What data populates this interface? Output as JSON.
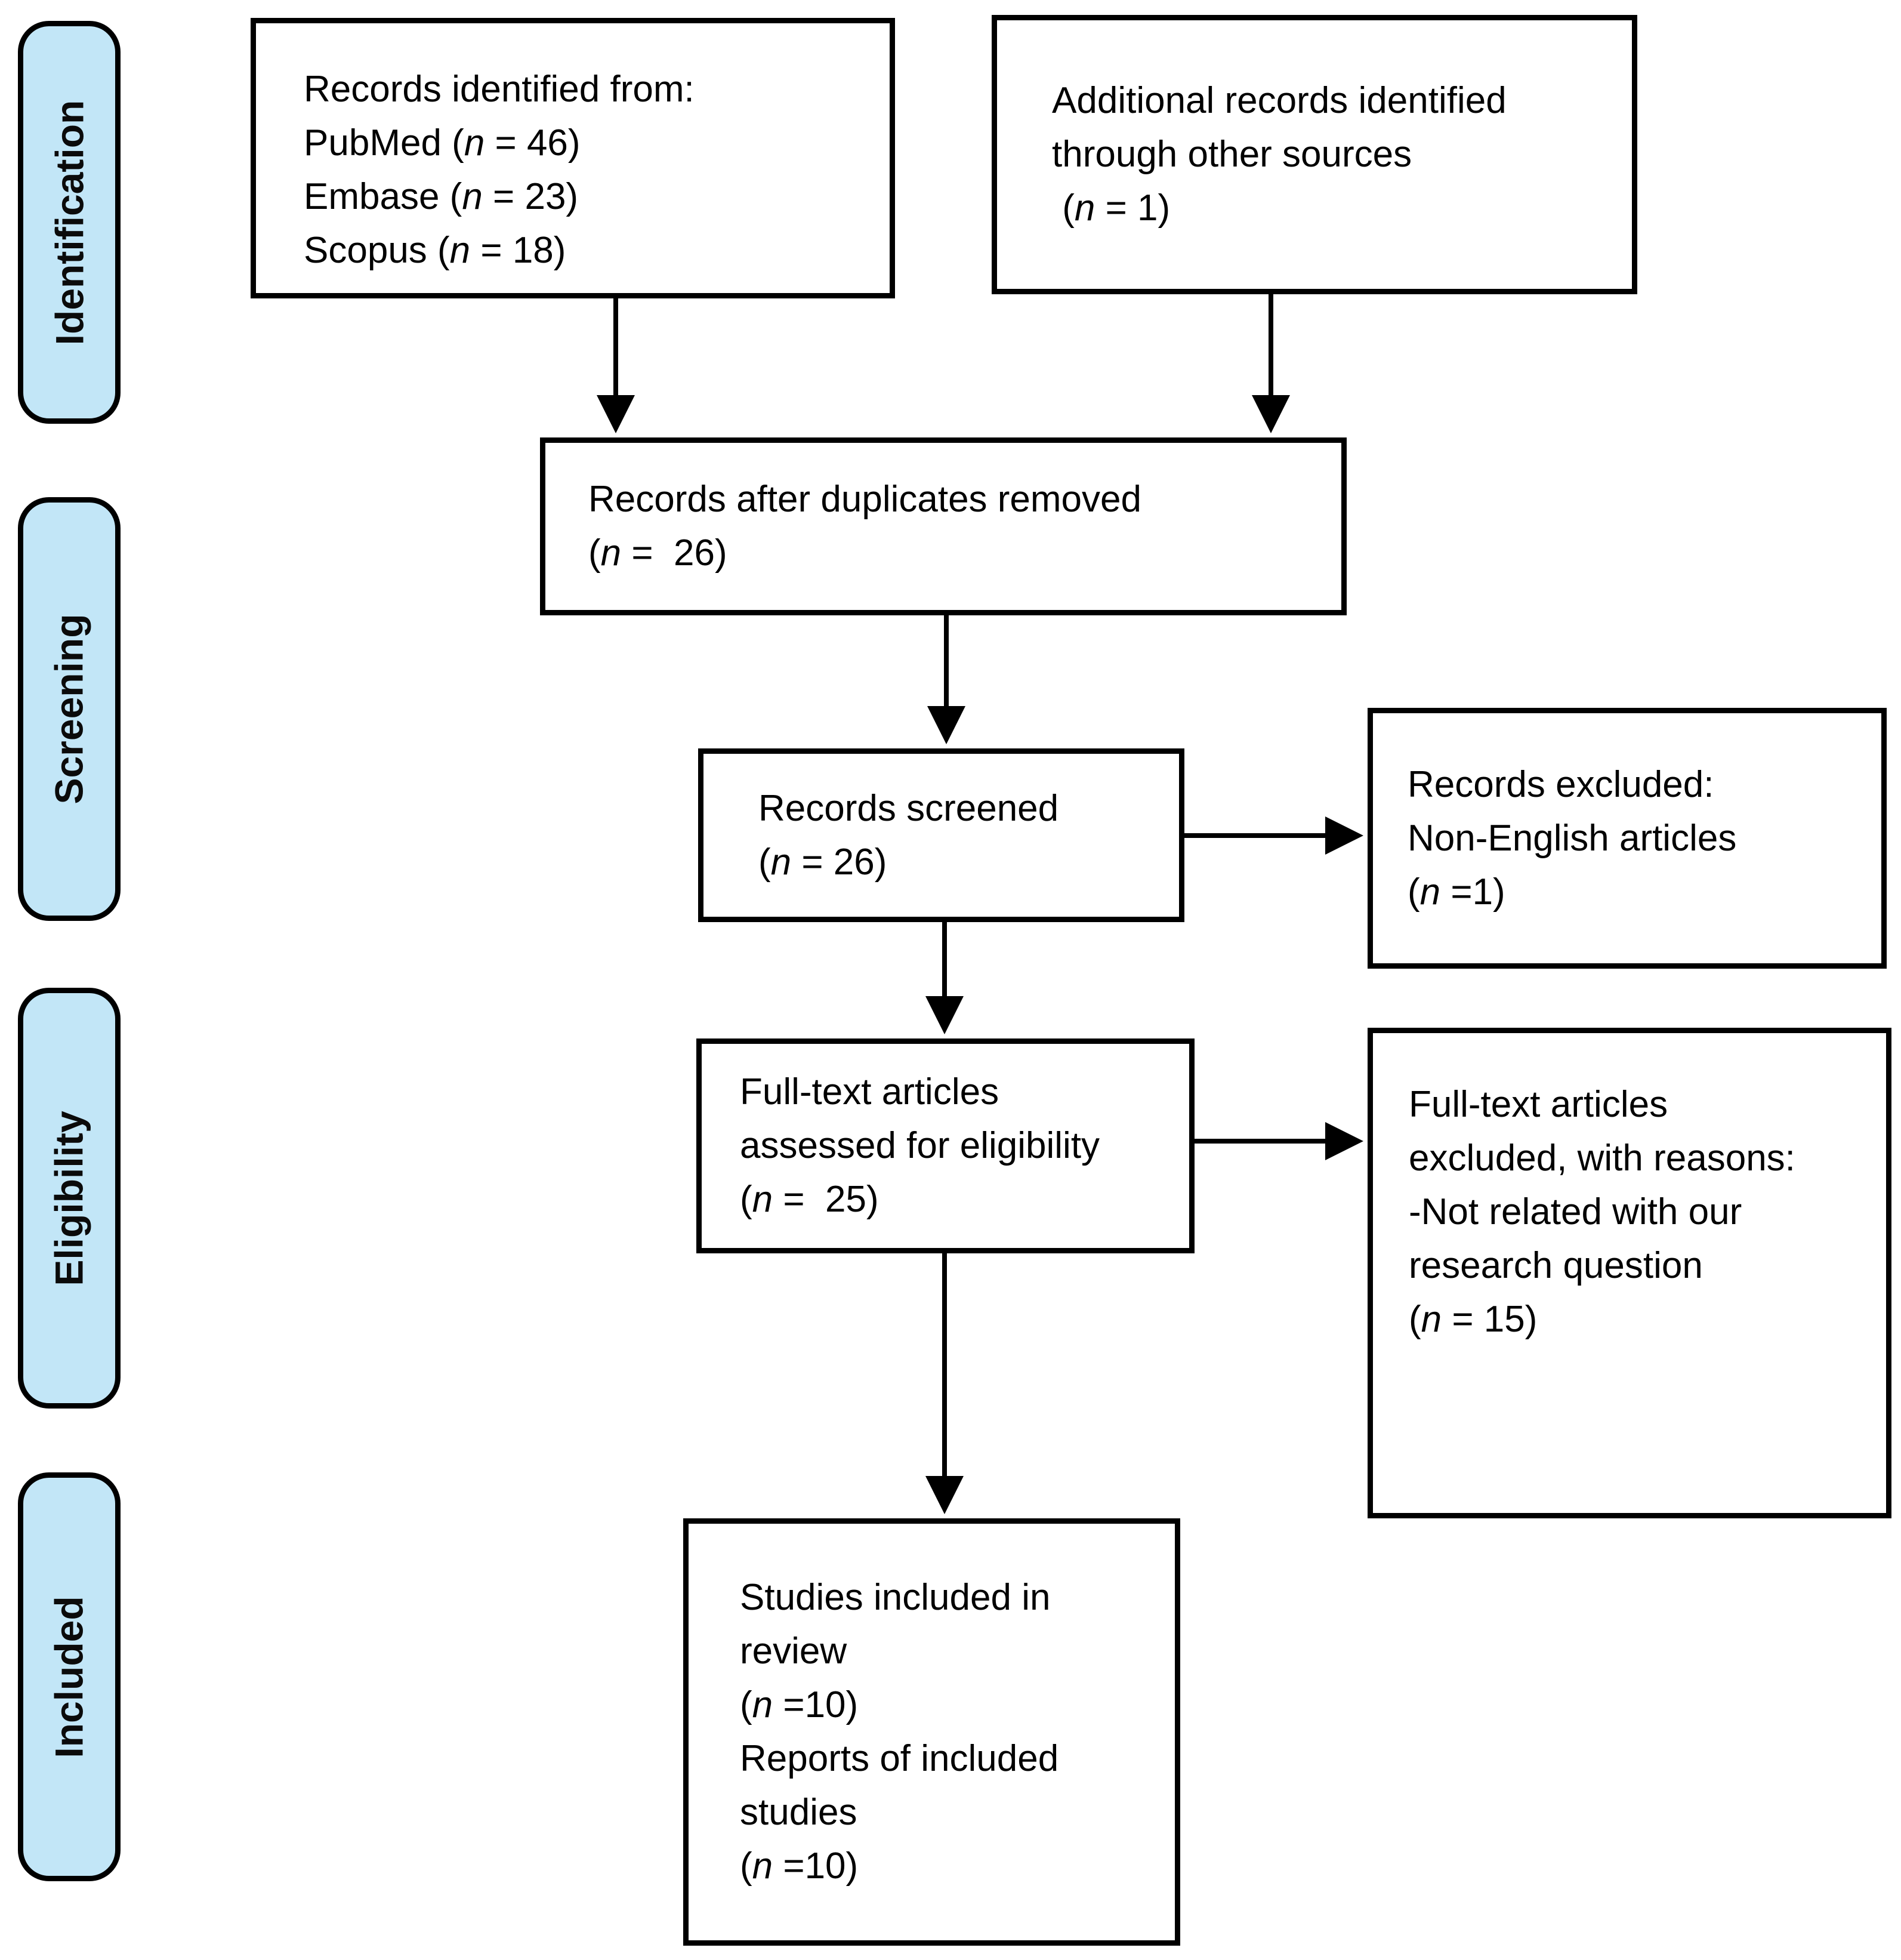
{
  "figure": {
    "title": "PRISMA flow diagram",
    "background": "#ffffff"
  },
  "colors": {
    "stage_fill": "#C2E6F7",
    "border": "#000000",
    "text": "#000000"
  },
  "stages": [
    {
      "id": "identification",
      "label": "Identification"
    },
    {
      "id": "screening",
      "label": "Screening"
    },
    {
      "id": "eligibility",
      "label": "Eligibility"
    },
    {
      "id": "included",
      "label": "Included"
    }
  ],
  "boxes": {
    "records_identified": {
      "lines": [
        "Records identified from:",
        "PubMed (n = 46)",
        "Embase (n = 23)",
        "Scopus (n = 18)"
      ]
    },
    "additional_records": {
      "lines": [
        "Additional records identified",
        "through other sources",
        " (n = 1)"
      ]
    },
    "duplicates_removed": {
      "lines": [
        "Records after duplicates removed",
        "(n =  26)"
      ]
    },
    "records_screened": {
      "lines": [
        "Records screened",
        "(n = 26)"
      ]
    },
    "records_excluded": {
      "lines": [
        "Records excluded:",
        "Non-English articles",
        "(n =1)"
      ]
    },
    "fulltext_assessed": {
      "lines": [
        "Full-text articles",
        "assessed for eligibility",
        "(n =  25)"
      ]
    },
    "fulltext_excluded": {
      "lines": [
        "Full-text articles",
        "excluded, with reasons:",
        "-Not related with our",
        "research question",
        "(n = 15)"
      ]
    },
    "studies_included": {
      "lines": [
        "Studies included in",
        "review",
        "(n =10)",
        "Reports of included",
        "studies",
        "(n =10)"
      ]
    }
  }
}
